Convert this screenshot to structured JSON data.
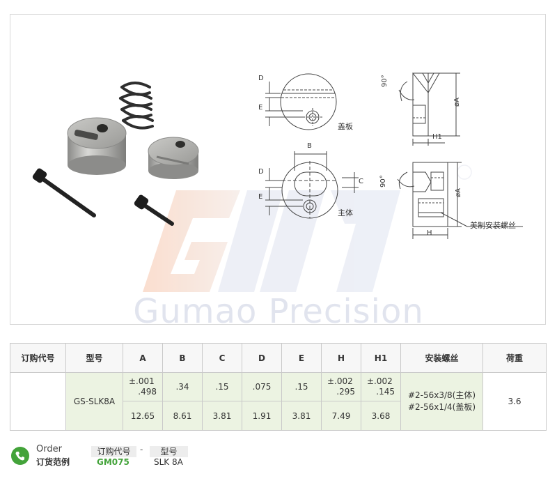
{
  "figure": {
    "watermark": "Gumao Precision",
    "drawing_labels": {
      "d": "D",
      "e": "E",
      "b": "B",
      "c": "C",
      "h": "H",
      "h1": "H1",
      "phi_a": "øA",
      "angle": "90°",
      "cover_plate": "盖板",
      "main_body": "主体",
      "screw_note": "美制安装螺丝"
    }
  },
  "table": {
    "headers": [
      "订购代号",
      "型号",
      "A",
      "B",
      "C",
      "D",
      "E",
      "H",
      "H1",
      "安装螺丝",
      "荷重"
    ],
    "model": "GS-SLK8A",
    "inch_row": {
      "a": {
        "tol": "±.001",
        "val": ".498"
      },
      "b": ".34",
      "c": ".15",
      "d": ".075",
      "e": ".15",
      "h": {
        "tol": "±.002",
        "val": ".295"
      },
      "h1": {
        "tol": "±.002",
        "val": ".145"
      }
    },
    "mm_row": {
      "a": "12.65",
      "b": "8.61",
      "c": "3.81",
      "d": "1.91",
      "e": "3.81",
      "h": "7.49",
      "h1": "3.68"
    },
    "thread_line1": "#2-56x3/8(主体)",
    "thread_line2": "#2-56x1/4(盖板)",
    "load": "3.6"
  },
  "order": {
    "label_en": "Order",
    "label_cn": "订货范例",
    "head_code": "订购代号",
    "dash": "-",
    "head_model": "型号",
    "value_code": "GM075",
    "value_model": "SLK 8A"
  }
}
